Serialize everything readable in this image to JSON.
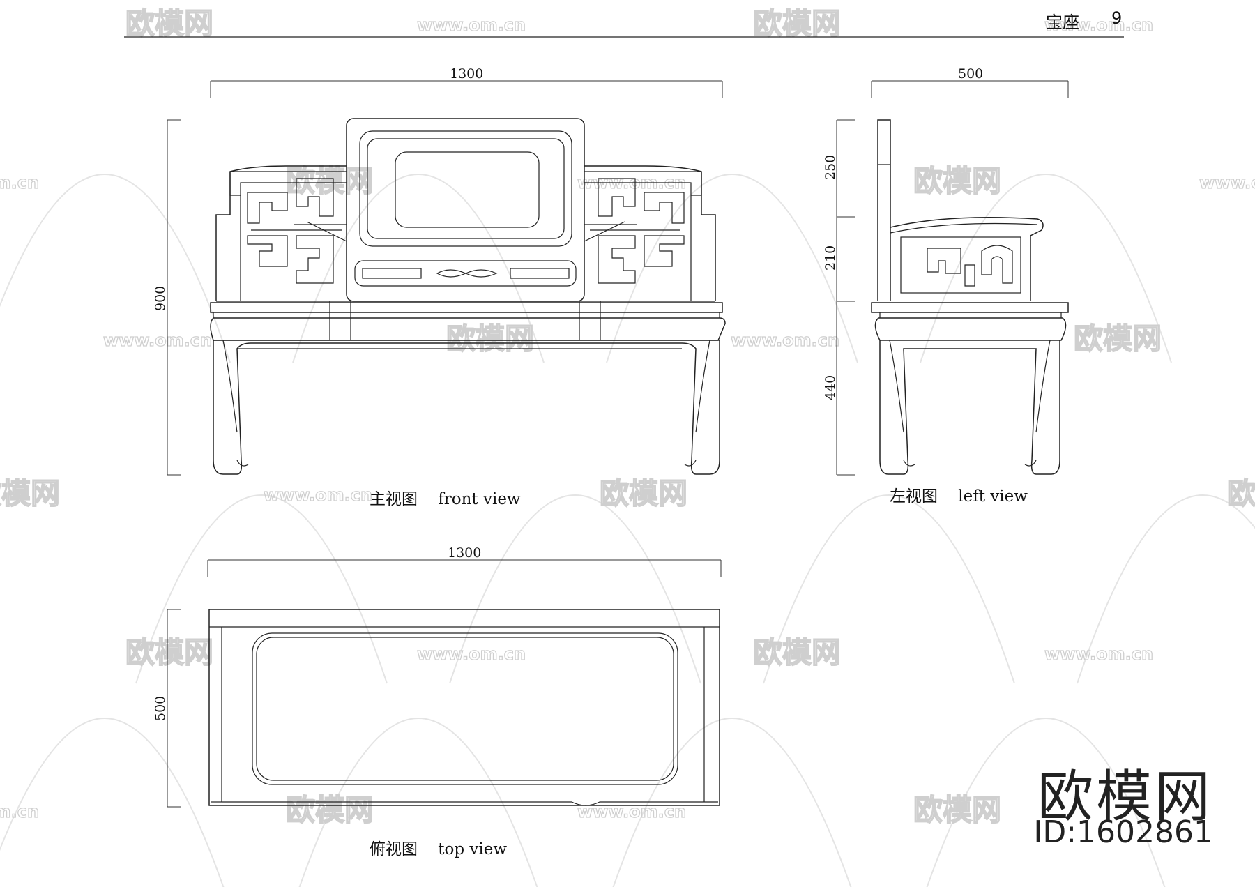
{
  "header": {
    "title": "宝座",
    "page": "9"
  },
  "views": {
    "front": {
      "label": "主视图    front view",
      "width": "1300",
      "height": "900"
    },
    "left": {
      "label": "左视图    left view",
      "depth": "500",
      "back_height": "250",
      "arm_height": "210",
      "seat_height": "440"
    },
    "top": {
      "label": "俯视图    top view",
      "width": "1300",
      "depth": "500"
    }
  },
  "watermark": {
    "brand": "欧模网",
    "url": "www.om.cn"
  },
  "brand": {
    "name": "欧模网",
    "id": "ID:1602861"
  }
}
